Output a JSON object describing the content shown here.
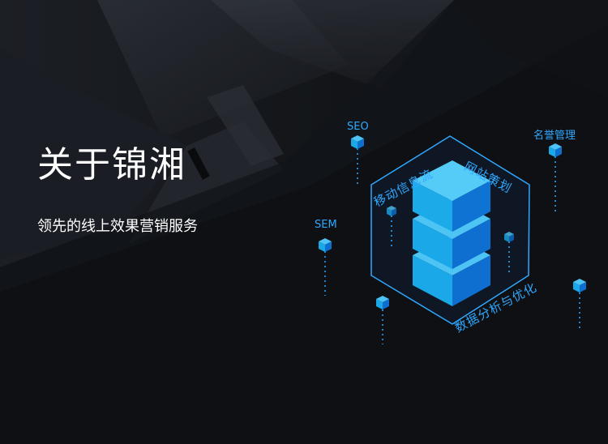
{
  "banner": {
    "title": "关于锦湘",
    "subtitle": "领先的线上效果营销服务"
  },
  "diagram": {
    "nodes": {
      "seo": "SEO",
      "sem": "SEM",
      "reputation": "名誉管理"
    },
    "edges": {
      "mobile_feed": "移动信息流",
      "website_planning": "网站策划",
      "data_analysis": "数据分析与优化"
    }
  },
  "colors": {
    "background": "#0e1014",
    "accent": "#2fa8ff",
    "cube_top": "#4ec4f5",
    "cube_left": "#1aa8e8",
    "cube_right": "#0e6fd0",
    "text": "#ffffff"
  }
}
